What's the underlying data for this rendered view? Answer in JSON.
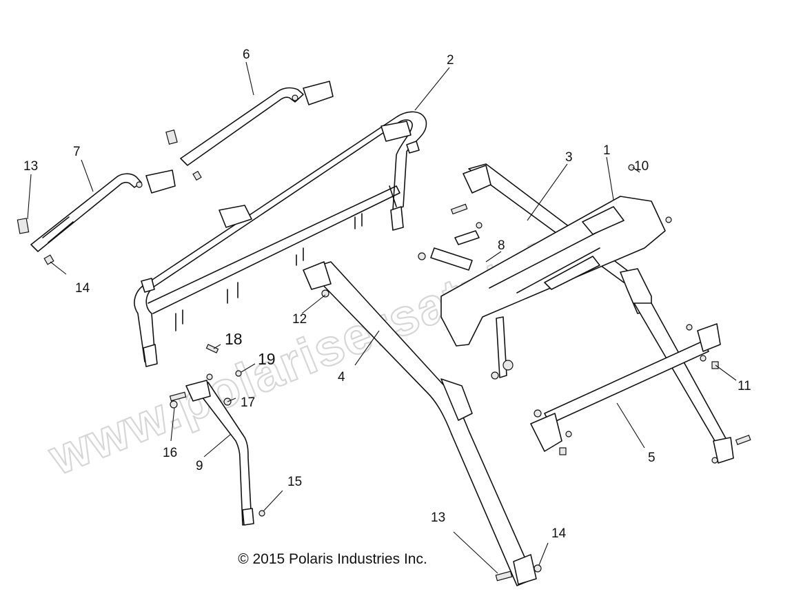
{
  "diagram": {
    "watermark": "www.polarisersatzteile.de",
    "copyright": "© 2015 Polaris Industries Inc.",
    "callouts": {
      "c1": "1",
      "c2": "2",
      "c3": "3",
      "c4": "4",
      "c5": "5",
      "c6": "6",
      "c7": "7",
      "c8": "8",
      "c9": "9",
      "c10": "10",
      "c11": "11",
      "c12": "12",
      "c13a": "13",
      "c13b": "13",
      "c14a": "14",
      "c14b": "14",
      "c15": "15",
      "c16": "16",
      "c17": "17",
      "c18": "18",
      "c19": "19"
    }
  }
}
